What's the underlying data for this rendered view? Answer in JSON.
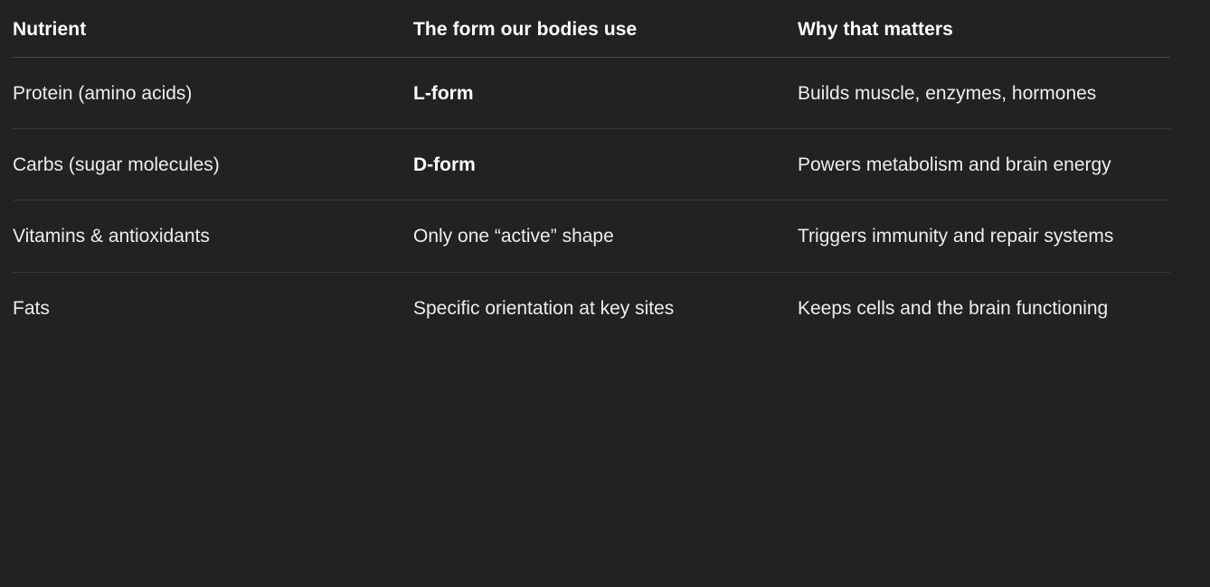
{
  "table": {
    "caption": "",
    "columns": [
      {
        "key": "nutrient",
        "label": "Nutrient"
      },
      {
        "key": "form",
        "label": "The form our bodies use"
      },
      {
        "key": "why",
        "label": "Why that matters"
      }
    ],
    "rows": [
      {
        "nutrient": "Protein (amino acids)",
        "form": "L-form",
        "form_bold": true,
        "why": "Builds muscle, enzymes, hormones"
      },
      {
        "nutrient": "Carbs (sugar molecules)",
        "form": "D-form",
        "form_bold": true,
        "why": "Powers metabolism and brain energy"
      },
      {
        "nutrient": "Vitamins & antioxidants",
        "form": "Only one “active” shape",
        "form_bold": false,
        "why": "Triggers immunity and repair systems"
      },
      {
        "nutrient": "Fats",
        "form": "Specific orientation at key sites",
        "form_bold": false,
        "why": "Keeps cells and the brain functioning"
      }
    ]
  },
  "theme": {
    "background": "#222222",
    "text": "#ededed",
    "heading_text": "#ffffff",
    "header_rule": "#474747",
    "row_rule": "#3a3a3a"
  }
}
